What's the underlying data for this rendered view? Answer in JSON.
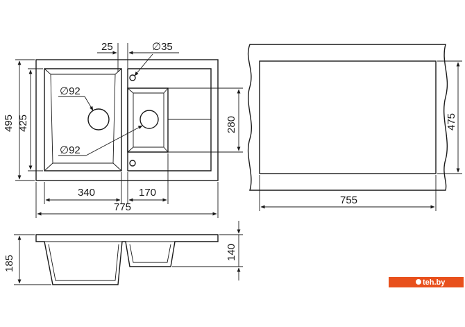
{
  "dimensions": {
    "overall_width": "775",
    "overall_depth": "495",
    "bowl_depth": "425",
    "bowl_width": "340",
    "small_bowl_width": "170",
    "small_bowl_depth": "280",
    "drain_offset": "25",
    "tap_hole": "∅35",
    "drain_large": "∅92",
    "drain_small": "∅92",
    "cutout_width": "755",
    "cutout_depth": "475",
    "total_height": "185",
    "small_bowl_height": "140"
  },
  "watermark": {
    "text": "teh.by",
    "color": "#e8501c"
  }
}
